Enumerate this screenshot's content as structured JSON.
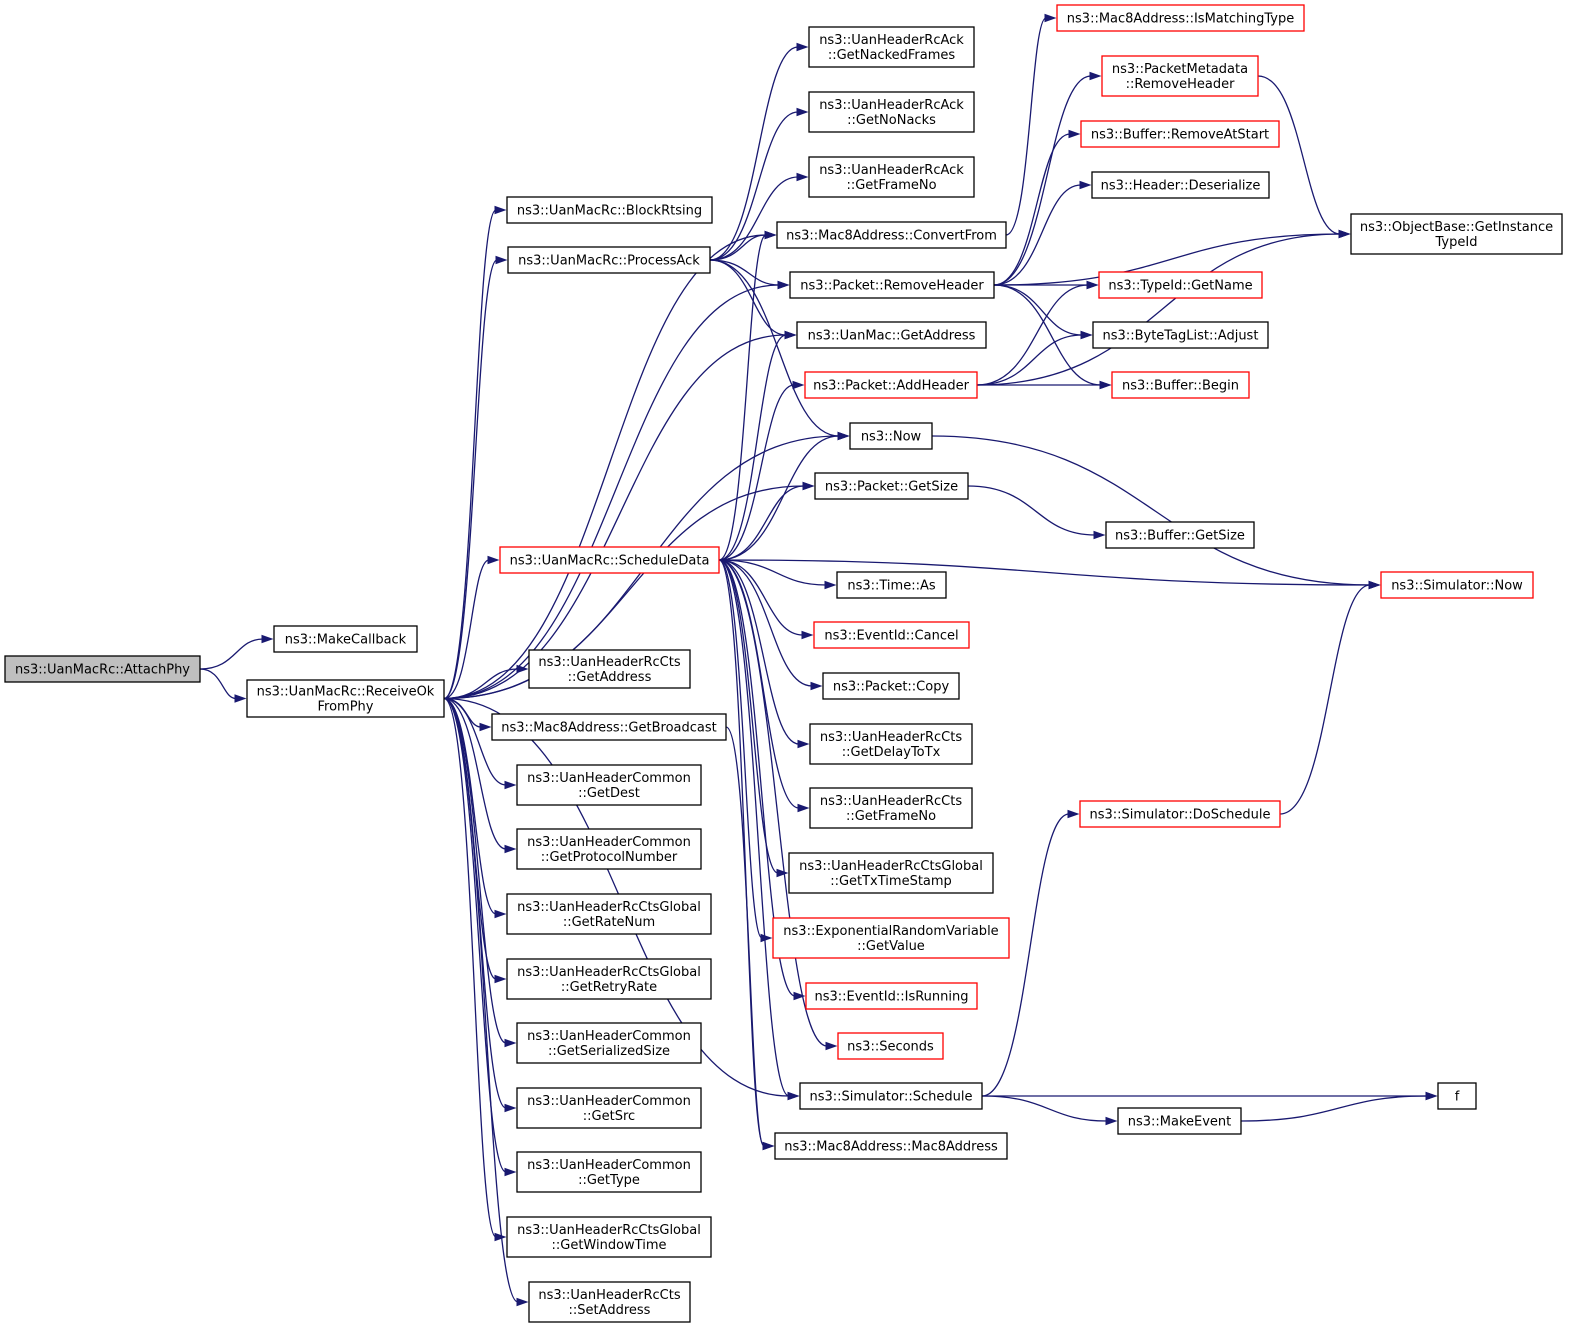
{
  "colors": {
    "edge": "#191970",
    "node_border": "#000000",
    "truncated_border": "#ff0000",
    "root_fill": "#bfbfbf",
    "node_fill": "#ffffff"
  },
  "nodes": [
    {
      "id": "attachphy",
      "lines": [
        "ns3::UanMacRc::AttachPhy"
      ],
      "style": "root"
    },
    {
      "id": "makecallback",
      "lines": [
        "ns3::MakeCallback"
      ],
      "style": "normal"
    },
    {
      "id": "receiveok",
      "lines": [
        "ns3::UanMacRc::ReceiveOk",
        "FromPhy"
      ],
      "style": "normal"
    },
    {
      "id": "blockrtsing",
      "lines": [
        "ns3::UanMacRc::BlockRtsing"
      ],
      "style": "normal"
    },
    {
      "id": "processack",
      "lines": [
        "ns3::UanMacRc::ProcessAck"
      ],
      "style": "normal"
    },
    {
      "id": "scheduledata",
      "lines": [
        "ns3::UanMacRc::ScheduleData"
      ],
      "style": "truncated"
    },
    {
      "id": "cts_getaddress",
      "lines": [
        "ns3::UanHeaderRcCts",
        "::GetAddress"
      ],
      "style": "normal"
    },
    {
      "id": "getbroadcast",
      "lines": [
        "ns3::Mac8Address::GetBroadcast"
      ],
      "style": "normal"
    },
    {
      "id": "common_getdest",
      "lines": [
        "ns3::UanHeaderCommon",
        "::GetDest"
      ],
      "style": "normal"
    },
    {
      "id": "common_getprotocol",
      "lines": [
        "ns3::UanHeaderCommon",
        "::GetProtocolNumber"
      ],
      "style": "normal"
    },
    {
      "id": "global_getratenum",
      "lines": [
        "ns3::UanHeaderRcCtsGlobal",
        "::GetRateNum"
      ],
      "style": "normal"
    },
    {
      "id": "global_getretryrate",
      "lines": [
        "ns3::UanHeaderRcCtsGlobal",
        "::GetRetryRate"
      ],
      "style": "normal"
    },
    {
      "id": "common_getserialized",
      "lines": [
        "ns3::UanHeaderCommon",
        "::GetSerializedSize"
      ],
      "style": "normal"
    },
    {
      "id": "common_getsrc",
      "lines": [
        "ns3::UanHeaderCommon",
        "::GetSrc"
      ],
      "style": "normal"
    },
    {
      "id": "common_gettype",
      "lines": [
        "ns3::UanHeaderCommon",
        "::GetType"
      ],
      "style": "normal"
    },
    {
      "id": "global_getwindowtime",
      "lines": [
        "ns3::UanHeaderRcCtsGlobal",
        "::GetWindowTime"
      ],
      "style": "normal"
    },
    {
      "id": "cts_setaddress",
      "lines": [
        "ns3::UanHeaderRcCts",
        "::SetAddress"
      ],
      "style": "normal"
    },
    {
      "id": "ack_getnacked",
      "lines": [
        "ns3::UanHeaderRcAck",
        "::GetNackedFrames"
      ],
      "style": "normal"
    },
    {
      "id": "ack_getnonacks",
      "lines": [
        "ns3::UanHeaderRcAck",
        "::GetNoNacks"
      ],
      "style": "normal"
    },
    {
      "id": "ack_getframeno",
      "lines": [
        "ns3::UanHeaderRcAck",
        "::GetFrameNo"
      ],
      "style": "normal"
    },
    {
      "id": "convertfrom",
      "lines": [
        "ns3::Mac8Address::ConvertFrom"
      ],
      "style": "normal"
    },
    {
      "id": "packet_removeheader",
      "lines": [
        "ns3::Packet::RemoveHeader"
      ],
      "style": "normal"
    },
    {
      "id": "uanmac_getaddress",
      "lines": [
        "ns3::UanMac::GetAddress"
      ],
      "style": "normal"
    },
    {
      "id": "packet_addheader",
      "lines": [
        "ns3::Packet::AddHeader"
      ],
      "style": "truncated"
    },
    {
      "id": "now",
      "lines": [
        "ns3::Now"
      ],
      "style": "normal"
    },
    {
      "id": "packet_getsize",
      "lines": [
        "ns3::Packet::GetSize"
      ],
      "style": "normal"
    },
    {
      "id": "time_as",
      "lines": [
        "ns3::Time::As"
      ],
      "style": "normal"
    },
    {
      "id": "eventid_cancel",
      "lines": [
        "ns3::EventId::Cancel"
      ],
      "style": "truncated"
    },
    {
      "id": "packet_copy",
      "lines": [
        "ns3::Packet::Copy"
      ],
      "style": "normal"
    },
    {
      "id": "cts_getdelaytotx",
      "lines": [
        "ns3::UanHeaderRcCts",
        "::GetDelayToTx"
      ],
      "style": "normal"
    },
    {
      "id": "cts_getframeno",
      "lines": [
        "ns3::UanHeaderRcCts",
        "::GetFrameNo"
      ],
      "style": "normal"
    },
    {
      "id": "global_gettxtimestamp",
      "lines": [
        "ns3::UanHeaderRcCtsGlobal",
        "::GetTxTimeStamp"
      ],
      "style": "normal"
    },
    {
      "id": "exp_getvalue",
      "lines": [
        "ns3::ExponentialRandomVariable",
        "::GetValue"
      ],
      "style": "truncated"
    },
    {
      "id": "eventid_isrunning",
      "lines": [
        "ns3::EventId::IsRunning"
      ],
      "style": "truncated"
    },
    {
      "id": "seconds",
      "lines": [
        "ns3::Seconds"
      ],
      "style": "truncated"
    },
    {
      "id": "sim_schedule",
      "lines": [
        "ns3::Simulator::Schedule"
      ],
      "style": "normal"
    },
    {
      "id": "mac8address_ctor",
      "lines": [
        "ns3::Mac8Address::Mac8Address"
      ],
      "style": "normal"
    },
    {
      "id": "ismatchingtype",
      "lines": [
        "ns3::Mac8Address::IsMatchingType"
      ],
      "style": "truncated"
    },
    {
      "id": "metadata_removeheader",
      "lines": [
        "ns3::PacketMetadata",
        "::RemoveHeader"
      ],
      "style": "truncated"
    },
    {
      "id": "buffer_removeatstart",
      "lines": [
        "ns3::Buffer::RemoveAtStart"
      ],
      "style": "truncated"
    },
    {
      "id": "header_deserialize",
      "lines": [
        "ns3::Header::Deserialize"
      ],
      "style": "normal"
    },
    {
      "id": "typeid_getname",
      "lines": [
        "ns3::TypeId::GetName"
      ],
      "style": "truncated"
    },
    {
      "id": "bytetaglist_adjust",
      "lines": [
        "ns3::ByteTagList::Adjust"
      ],
      "style": "normal"
    },
    {
      "id": "buffer_begin",
      "lines": [
        "ns3::Buffer::Begin"
      ],
      "style": "truncated"
    },
    {
      "id": "buffer_getsize",
      "lines": [
        "ns3::Buffer::GetSize"
      ],
      "style": "normal"
    },
    {
      "id": "sim_doschedule",
      "lines": [
        "ns3::Simulator::DoSchedule"
      ],
      "style": "truncated"
    },
    {
      "id": "makeevent",
      "lines": [
        "ns3::MakeEvent"
      ],
      "style": "normal"
    },
    {
      "id": "getinstancetypeid",
      "lines": [
        "ns3::ObjectBase::GetInstance",
        "TypeId"
      ],
      "style": "normal"
    },
    {
      "id": "sim_now",
      "lines": [
        "ns3::Simulator::Now"
      ],
      "style": "truncated"
    },
    {
      "id": "f",
      "lines": [
        "f"
      ],
      "style": "normal"
    }
  ],
  "edges": [
    [
      "attachphy",
      "makecallback"
    ],
    [
      "attachphy",
      "receiveok"
    ],
    [
      "receiveok",
      "blockrtsing"
    ],
    [
      "receiveok",
      "processack"
    ],
    [
      "receiveok",
      "scheduledata"
    ],
    [
      "receiveok",
      "convertfrom"
    ],
    [
      "receiveok",
      "packet_removeheader"
    ],
    [
      "receiveok",
      "uanmac_getaddress"
    ],
    [
      "receiveok",
      "now"
    ],
    [
      "receiveok",
      "packet_getsize"
    ],
    [
      "receiveok",
      "cts_getaddress"
    ],
    [
      "receiveok",
      "getbroadcast"
    ],
    [
      "receiveok",
      "common_getdest"
    ],
    [
      "receiveok",
      "common_getprotocol"
    ],
    [
      "receiveok",
      "global_getratenum"
    ],
    [
      "receiveok",
      "global_getretryrate"
    ],
    [
      "receiveok",
      "common_getserialized"
    ],
    [
      "receiveok",
      "common_getsrc"
    ],
    [
      "receiveok",
      "common_gettype"
    ],
    [
      "receiveok",
      "global_getwindowtime"
    ],
    [
      "receiveok",
      "cts_setaddress"
    ],
    [
      "receiveok",
      "sim_schedule"
    ],
    [
      "processack",
      "ack_getnacked"
    ],
    [
      "processack",
      "ack_getnonacks"
    ],
    [
      "processack",
      "ack_getframeno"
    ],
    [
      "processack",
      "convertfrom"
    ],
    [
      "processack",
      "packet_removeheader"
    ],
    [
      "processack",
      "uanmac_getaddress"
    ],
    [
      "processack",
      "now"
    ],
    [
      "scheduledata",
      "convertfrom"
    ],
    [
      "scheduledata",
      "uanmac_getaddress"
    ],
    [
      "scheduledata",
      "packet_addheader"
    ],
    [
      "scheduledata",
      "now"
    ],
    [
      "scheduledata",
      "packet_getsize"
    ],
    [
      "scheduledata",
      "sim_now"
    ],
    [
      "scheduledata",
      "time_as"
    ],
    [
      "scheduledata",
      "eventid_cancel"
    ],
    [
      "scheduledata",
      "packet_copy"
    ],
    [
      "scheduledata",
      "cts_getdelaytotx"
    ],
    [
      "scheduledata",
      "cts_getframeno"
    ],
    [
      "scheduledata",
      "global_gettxtimestamp"
    ],
    [
      "scheduledata",
      "exp_getvalue"
    ],
    [
      "scheduledata",
      "eventid_isrunning"
    ],
    [
      "scheduledata",
      "seconds"
    ],
    [
      "scheduledata",
      "sim_schedule"
    ],
    [
      "scheduledata",
      "mac8address_ctor"
    ],
    [
      "getbroadcast",
      "mac8address_ctor"
    ],
    [
      "convertfrom",
      "ismatchingtype"
    ],
    [
      "packet_removeheader",
      "metadata_removeheader"
    ],
    [
      "packet_removeheader",
      "buffer_removeatstart"
    ],
    [
      "packet_removeheader",
      "header_deserialize"
    ],
    [
      "packet_removeheader",
      "getinstancetypeid"
    ],
    [
      "packet_removeheader",
      "typeid_getname"
    ],
    [
      "packet_removeheader",
      "bytetaglist_adjust"
    ],
    [
      "packet_removeheader",
      "buffer_begin"
    ],
    [
      "packet_addheader",
      "typeid_getname"
    ],
    [
      "packet_addheader",
      "bytetaglist_adjust"
    ],
    [
      "packet_addheader",
      "buffer_begin"
    ],
    [
      "packet_addheader",
      "getinstancetypeid"
    ],
    [
      "metadata_removeheader",
      "getinstancetypeid"
    ],
    [
      "now",
      "sim_now"
    ],
    [
      "packet_getsize",
      "buffer_getsize"
    ],
    [
      "sim_schedule",
      "sim_doschedule"
    ],
    [
      "sim_schedule",
      "makeevent"
    ],
    [
      "sim_schedule",
      "f"
    ],
    [
      "makeevent",
      "f"
    ],
    [
      "sim_doschedule",
      "sim_now"
    ]
  ]
}
